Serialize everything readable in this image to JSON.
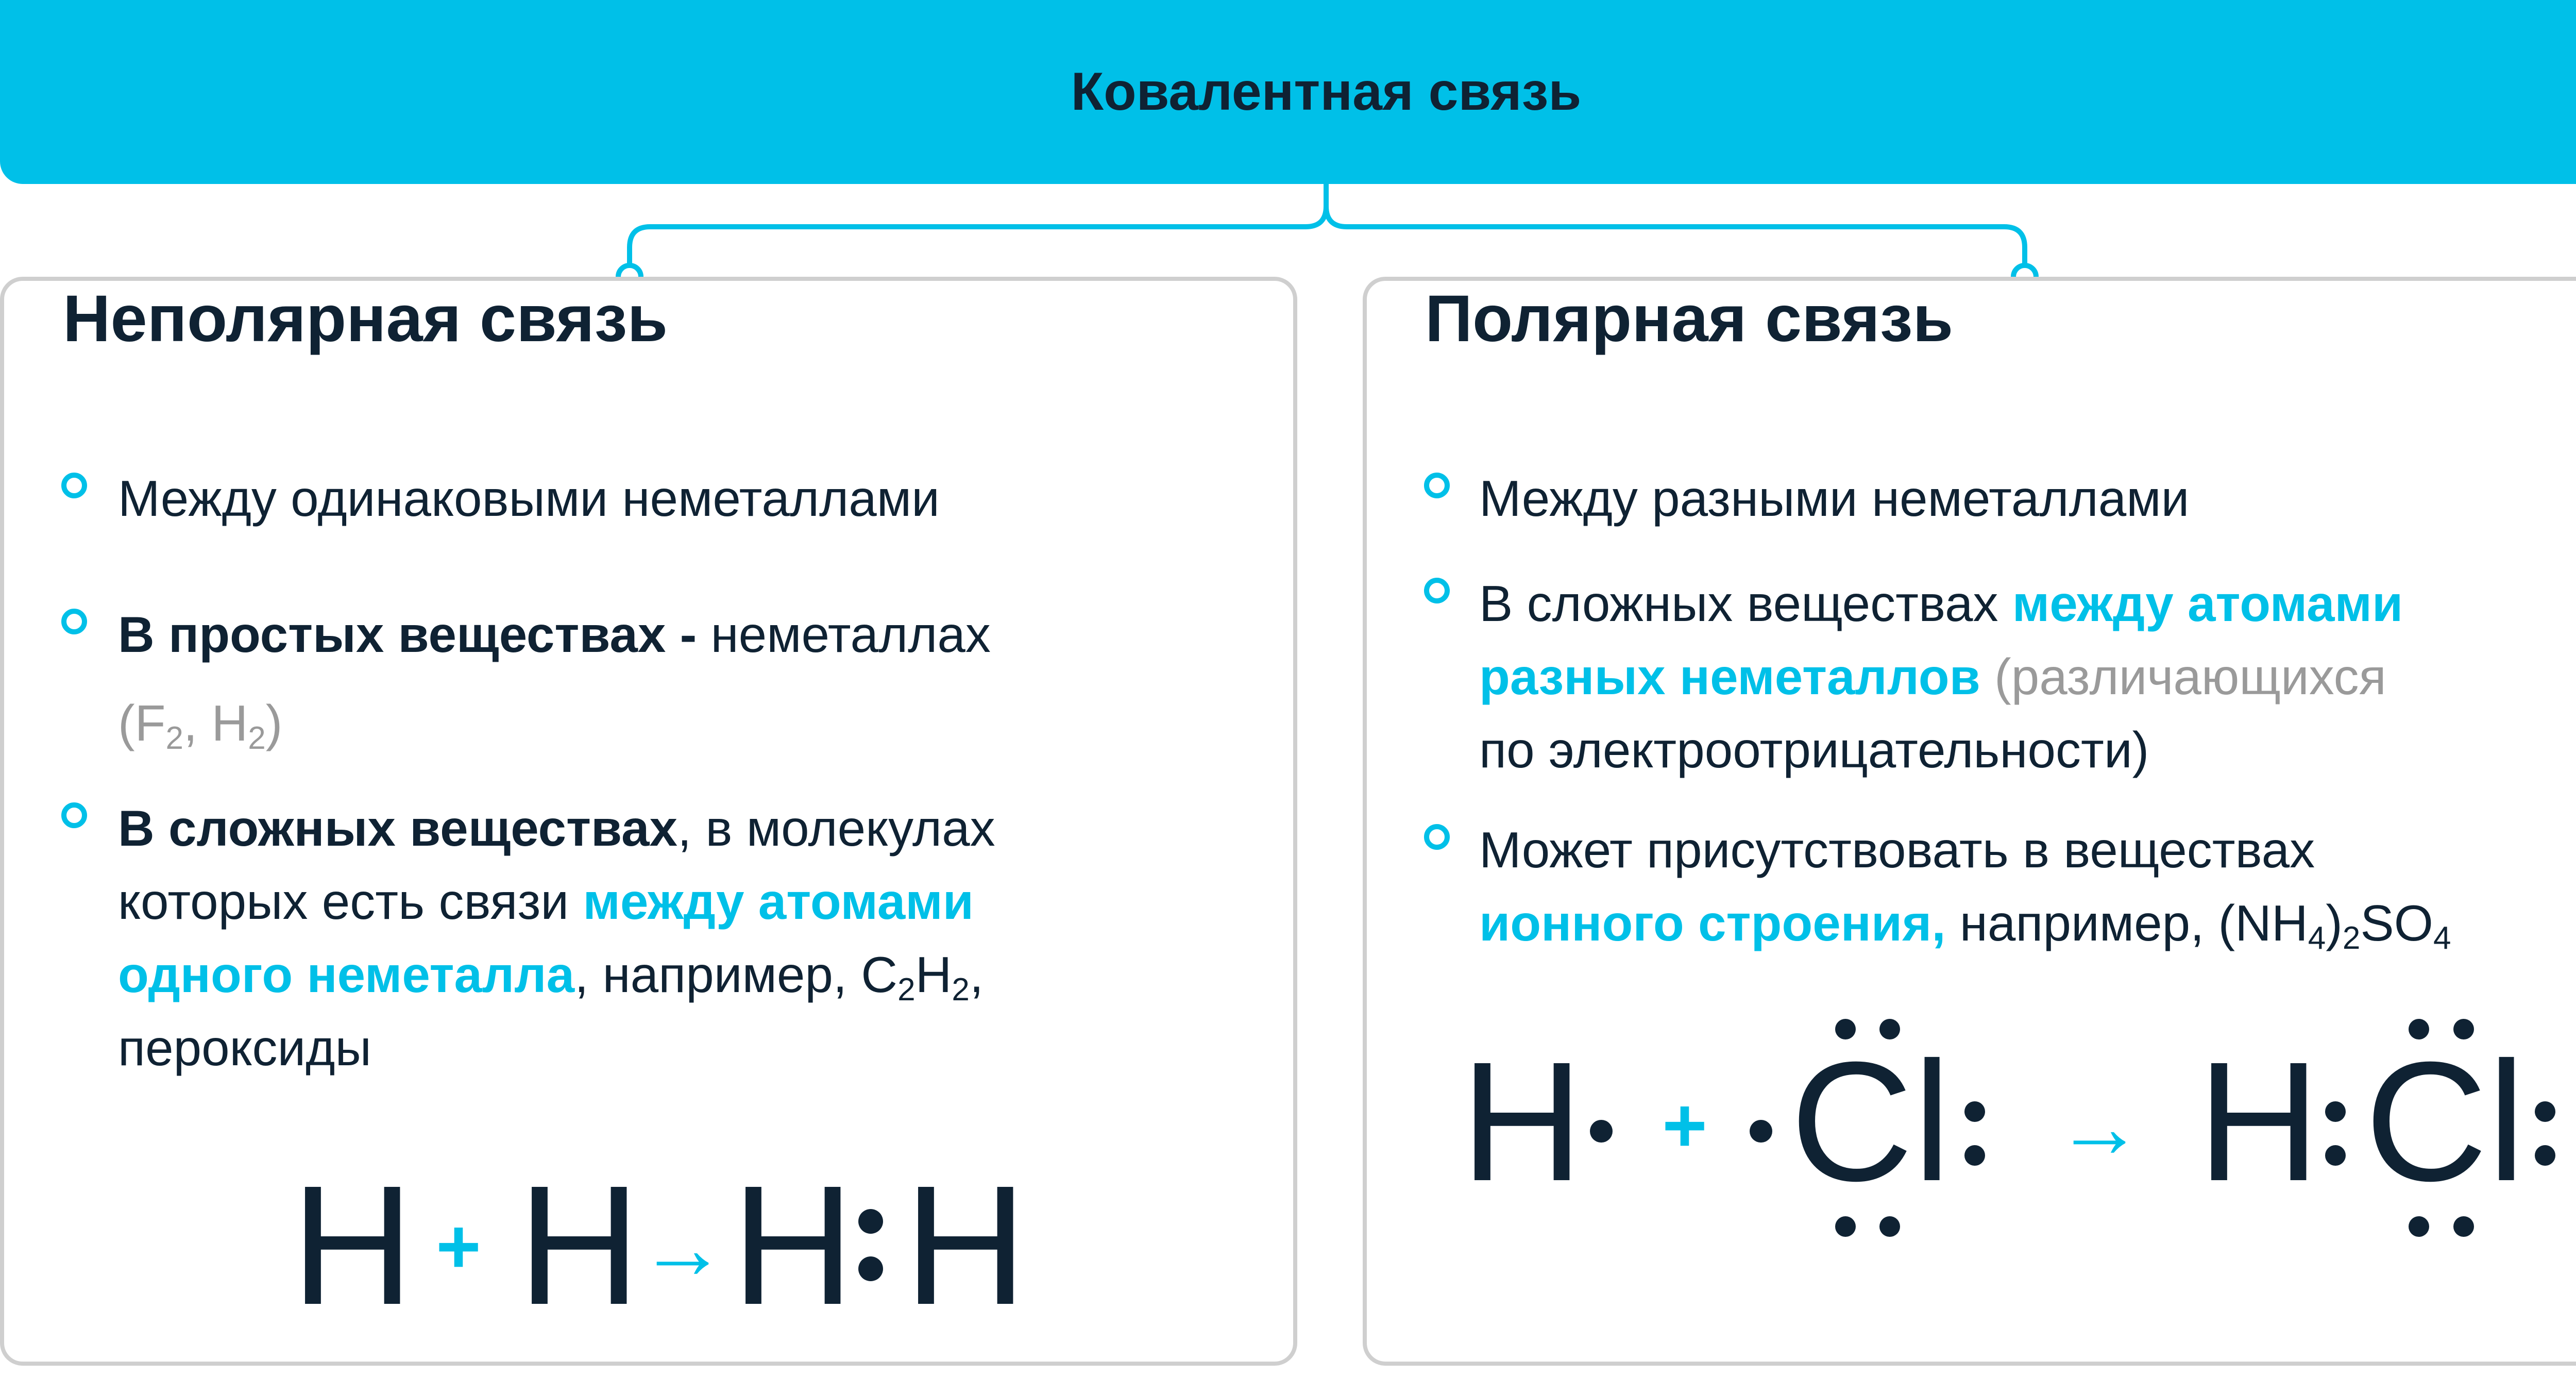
{
  "header": {
    "title": "Ковалентная связь"
  },
  "left_card": {
    "title": "Неполярная связь",
    "bullets": {
      "b1": {
        "text": "Между одинаковыми неметаллами"
      },
      "b2": {
        "bold": "В простых веществах -",
        "text": " неметаллах",
        "muted_open": "(F",
        "muted_sub1": "2",
        "muted_mid": ", H",
        "muted_sub2": "2",
        "muted_close": ")"
      },
      "b3": {
        "bold": "В сложных веществах",
        "text1": ", в молекулах",
        "text2": "которых есть связи ",
        "accent1": "между атомами",
        "accent2": "одного неметалла",
        "text3": ", например, C",
        "sub1": "2",
        "text4": "H",
        "sub2": "2",
        "text5": ",",
        "text6": "пероксиды"
      }
    },
    "equation": {
      "a": "H",
      "plus": "+",
      "b": "H",
      "arrow": "→",
      "c": "H",
      "d": "H"
    }
  },
  "right_card": {
    "title": "Полярная связь",
    "bullets": {
      "b1": {
        "text": "Между разными неметаллами"
      },
      "b2": {
        "text": "В сложных веществах ",
        "accent1": "между атомами",
        "accent2": "разных неметаллов",
        "muted1": " (различающихся",
        "muted2": "по электроотрицательности)"
      },
      "b3": {
        "text1": "Может присутствовать в веществах",
        "accent": "ионного строения,",
        "text2": " например, (NH",
        "sub1": "4",
        "text3": ")",
        "sub2": "2",
        "text4": "SO",
        "sub3": "4"
      }
    },
    "equation": {
      "a": "H",
      "plus": "+",
      "b": "Cl",
      "arrow": "→",
      "c": "H",
      "d": "Cl"
    }
  },
  "colors": {
    "accent": "#00c0e8",
    "text": "#0f2233",
    "muted": "#9a9a9a",
    "border": "#cfcfcf"
  }
}
